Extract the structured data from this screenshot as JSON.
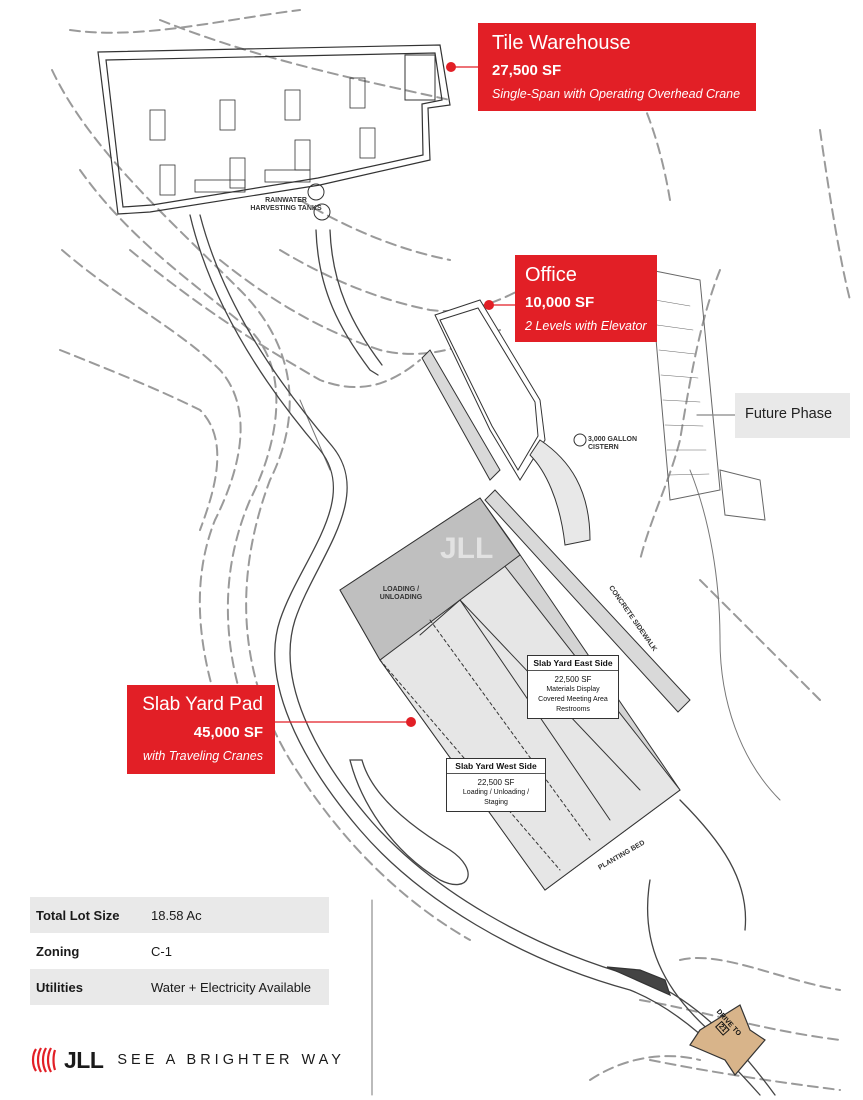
{
  "callouts": {
    "tile_warehouse": {
      "title": "Tile Warehouse",
      "size": "27,500 SF",
      "subtitle": "Single-Span with Operating Overhead Crane"
    },
    "office": {
      "title": "Office",
      "size": "10,000 SF",
      "subtitle": "2 Levels with Elevator"
    },
    "slab_yard_pad": {
      "title": "Slab Yard Pad",
      "size": "45,000 SF",
      "subtitle": "with Traveling Cranes"
    },
    "future_phase": "Future Phase"
  },
  "plan_labels": {
    "rainwater": [
      "RAINWATER",
      "HARVESTING TANKS"
    ],
    "cistern": [
      "3,000 GALLON",
      "CISTERN"
    ],
    "loading": [
      "LOADING /",
      "UNLOADING"
    ],
    "planting_bed": "PLANTING BED",
    "concrete_sidewalk": "CONCRETE SIDEWALK",
    "drive_to": "DRIVE TO",
    "drive_to_route": "21"
  },
  "signs": {
    "east": {
      "title": "Slab Yard East Side",
      "size": "22,500 SF",
      "lines": [
        "Materials Display",
        "Covered Meeting Area",
        "Restrooms"
      ]
    },
    "west": {
      "title": "Slab Yard West Side",
      "size": "22,500 SF",
      "lines": [
        "Loading / Unloading / Staging"
      ]
    }
  },
  "facts": [
    {
      "label": "Total Lot Size",
      "value": "18.58 Ac"
    },
    {
      "label": "Zoning",
      "value": "C-1"
    },
    {
      "label": "Utilities",
      "value": "Water + Electricity Available"
    }
  ],
  "brand": {
    "logo": "JLL",
    "tagline": "SEE A BRIGHTER WAY"
  },
  "watermark": "JLL",
  "colors": {
    "accent": "#e21f26",
    "panel": "#e9e9e9",
    "line": "#333333",
    "contour": "#9a9a9a"
  },
  "icons": {
    "logo": "jll-flame-logo-icon",
    "marker": "callout-dot-icon",
    "drive_arrow": "drive-direction-arrow-icon"
  }
}
